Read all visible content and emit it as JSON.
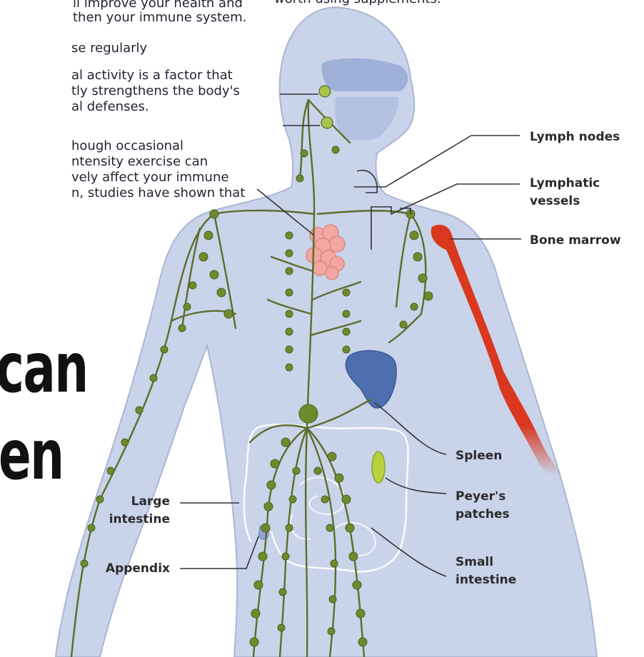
{
  "article": {
    "left_lines": [
      "ll improve your health and",
      "then your immune system.",
      "se regularly",
      "al activity is a factor that",
      "tly strengthens the body's",
      "al defenses.",
      "hough occasional",
      "ntensity exercise can",
      "vely affect your immune",
      "n, studies have shown that"
    ],
    "top_fragment": "worth using supplements.",
    "headline_lines": [
      "can",
      "en"
    ]
  },
  "diagram": {
    "labels": {
      "lymph_nodes": "Lymph nodes",
      "lymphatic_vessels_line1": "Lymphatic",
      "lymphatic_vessels_line2": "vessels",
      "bone_marrow": "Bone marrow",
      "spleen": "Spleen",
      "peyers_line1": "Peyer's",
      "peyers_line2": "patches",
      "small_intestine_line1": "Small",
      "small_intestine_line2": "intestine",
      "large_intestine_line1": "Large",
      "large_intestine_line2": "intestine",
      "appendix": "Appendix"
    },
    "colors": {
      "body_fill": "#c9d3ea",
      "body_outline": "#aab6d4",
      "lymph_vessel": "#5a6e2b",
      "lymph_node": "#6e8b2c",
      "lymph_node_hi": "#a9c24a",
      "bone_marrow": "#d9381f",
      "thymus": "#f3a7a0",
      "spleen": "#4d6fb0",
      "peyers_patch": "#b6d23d",
      "leader_line": "#333333"
    }
  }
}
